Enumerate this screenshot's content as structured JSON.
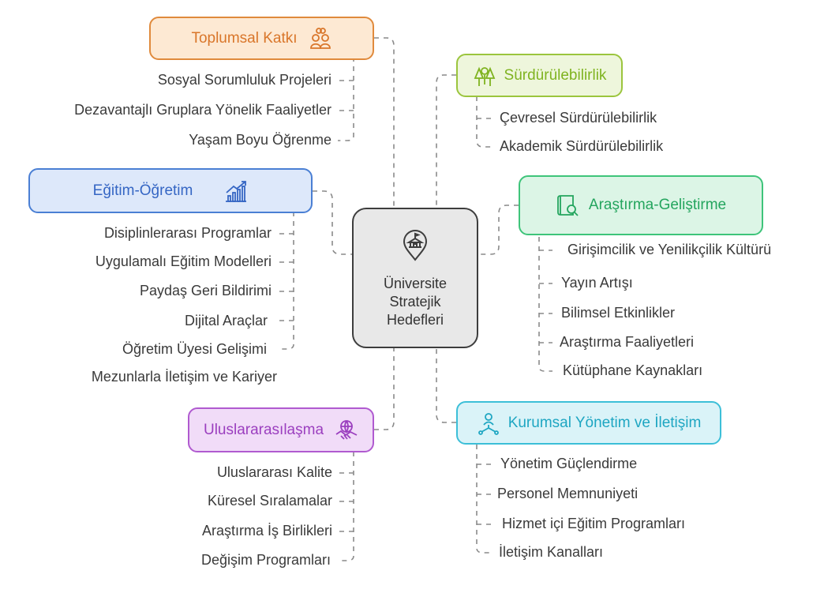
{
  "center": {
    "lines": [
      "Üniversite",
      "Stratejik",
      "Hedefleri"
    ],
    "icon": "university-pin-icon"
  },
  "colors": {
    "toplumsal": {
      "border": "#e08a3c",
      "fill": "#fde9d3",
      "text": "#d9762a"
    },
    "surdurulebilirlik": {
      "border": "#9bc53d",
      "fill": "#eef6dc",
      "text": "#7fb320"
    },
    "egitim": {
      "border": "#4a7fd4",
      "fill": "#dde8fa",
      "text": "#3566c4"
    },
    "arastirma": {
      "border": "#3ec47a",
      "fill": "#dcf5e6",
      "text": "#24a55e"
    },
    "uluslararasi": {
      "border": "#b05ad0",
      "fill": "#f1dcf8",
      "text": "#9b3fbf"
    },
    "kurumsal": {
      "border": "#3cbfd8",
      "fill": "#daf3f8",
      "text": "#1ea6c2"
    },
    "connector": "#8a8a8a"
  },
  "branches": {
    "toplumsal": {
      "title": "Toplumsal Katkı",
      "icon": "people-icon",
      "items": [
        "Sosyal Sorumluluk Projeleri",
        "Dezavantajlı Gruplara Yönelik Faaliyetler",
        "Yaşam Boyu Öğrenme"
      ]
    },
    "surdurulebilirlik": {
      "title": "Sürdürülebilirlik",
      "icon": "trees-icon",
      "items": [
        "Çevresel Sürdürülebilirlik",
        "Akademik Sürdürülebilirlik"
      ]
    },
    "egitim": {
      "title": "Eğitim-Öğretim",
      "icon": "growth-chart-icon",
      "items": [
        "Disiplinlerarası Programlar",
        "Uygulamalı Eğitim Modelleri",
        "Paydaş Geri Bildirimi",
        "Dijital Araçlar",
        "Öğretim Üyesi Gelişimi",
        "Mezunlarla İletişim ve Kariyer"
      ]
    },
    "arastirma": {
      "title": "Araştırma-Geliştirme",
      "icon": "book-search-icon",
      "items": [
        "Girişimcilik ve Yenilikçilik Kültürü",
        "Yayın Artışı",
        "Bilimsel Etkinlikler",
        "Araştırma Faaliyetleri",
        "Kütüphane Kaynakları"
      ]
    },
    "uluslararasi": {
      "title": "Uluslararasılaşma",
      "icon": "handshake-globe-icon",
      "items": [
        "Uluslararası Kalite",
        "Küresel Sıralamalar",
        "Araştırma İş Birlikleri",
        "Değişim Programları"
      ]
    },
    "kurumsal": {
      "title": "Kurumsal Yönetim ve İletişim",
      "icon": "network-person-icon",
      "items": [
        "Yönetim Güçlendirme",
        "Personel Memnuniyeti",
        "Hizmet içi Eğitim Programları",
        "İletişim Kanalları"
      ]
    }
  }
}
